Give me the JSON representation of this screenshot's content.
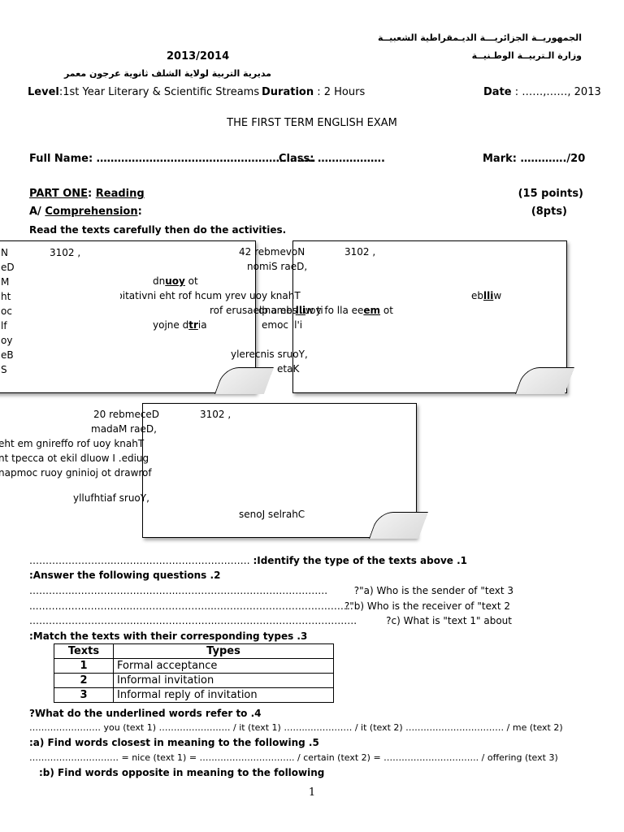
{
  "header": {
    "ar_republic": "الجمهوريــة الجزائريـــة الديـمقراطية الشعبيــة",
    "year": "2013/2014",
    "ar_ministry": "وزارة الـتربيــة الوطـنيــة",
    "ar_school": "مديرية التربية لولاية الشلف         ثانوية   عرجون معمر",
    "level_label": "Level",
    "level_value": ":1st Year Literary & Scientific Streams",
    "duration_label": "Duration",
    "duration_value": " : 2 Hours",
    "date_label": "Date",
    "date_value": " : ……,……, 2013"
  },
  "title": "THE FIRST TERM ENGLISH EXAM",
  "identity": {
    "name": "Full Name: ………………………………………………….….",
    "class": "Class: ……………….",
    "mark": "Mark: …………./20"
  },
  "part_one": {
    "label": "PART ONE",
    "colon": ": ",
    "reading": "Reading",
    "points": "(15 points)",
    "a_prefix": "A/ ",
    "comprehension": "Comprehension",
    "comp_colon": ":",
    "comp_points": "(8pts)",
    "instruction": "Read the texts carefully then do the activities."
  },
  "card1": {
    "frag": [
      "N",
      "eD",
      "M",
      "ht",
      "oc",
      "lf",
      "oy",
      "eB",
      "S"
    ],
    "date": "3102 ,"
  },
  "card2": {
    "date_left": "42 rebmevoN",
    "date_right": "3102 ,",
    "l2": "nomiS raeD,",
    "l3a": "dn",
    "l3b": "uoy",
    "l3c": " ot",
    "l4": ".noitativni eht rof hcum yrev uoy knahT",
    "l4b": "eb",
    "l4c": "lli",
    "l4d": "w",
    "l5a": "rof erusaelp a eb ",
    "l5b": "lli",
    "l5c": "w ti ",
    "l5d": "dna",
    "l5e": "mes",
    "l5f": " .uoy fo lla ee",
    "l5g": "em",
    "l5h": " ot",
    "l6a": "yojne d",
    "l6b": "tr",
    "l6c": "ia",
    "l6d": "emoc ll'i",
    "l7": "ylerecnis sruoY,",
    "l8": "etaK"
  },
  "card3": {
    "date_left": "20 rebmeceD",
    "date_right": "3102 ,",
    "l2": "madaM raeD,",
    "l3": "eht em gnireffo rof uoy knahT",
    "l4": "nt tpecca ot ekil dluow I .ediug",
    "l5": "napmoc ruoy gninioj ot drawrof",
    "l6": "yllufhtiaf sruoY,",
    "l7": "senoJ selrahC"
  },
  "q1": {
    "dots": "……………………..……………………………………  ",
    "text": ":Identify the type of the texts above  .1"
  },
  "q2": {
    "text": ":Answer the following questions .2",
    "a_dots": "…………..…………………………..……………………………………….",
    "a_q": "?\"a) Who is the sender of \"text 3",
    "b_dots": "..………………………..……………………..…………………………………….",
    "b_q": "?\"b) Who is the receiver of \"text 2",
    "c_dots": "…………………………..……………………..…………………………………….",
    "c_q": "?c) What is \"text 1\" about"
  },
  "q3": {
    "text": ":Match the texts with their corresponding types .3",
    "headers": [
      "Texts",
      "Types"
    ],
    "rows": [
      {
        "n": "1",
        "t": " Formal acceptance"
      },
      {
        "n": "2",
        "t": "Informal invitation"
      },
      {
        "n": "3",
        "t": "Informal reply of invitation"
      }
    ]
  },
  "q4": {
    "text": "?What do the underlined words refer to .4",
    "line": "…………………… you (text 1) …………………… / it (text 1) ……..……………  / it (text 2) …………………………… / me (text 2)"
  },
  "q5": {
    "a": ":a) Find words closest in meaning to the following .5",
    "a_line": "………………………… = nice (text 1) = …………………………..  /  certain (text 2) = ………………………….. / offering (text 3)",
    "b": ":b) Find words opposite in meaning to the following"
  },
  "page_number": "1"
}
